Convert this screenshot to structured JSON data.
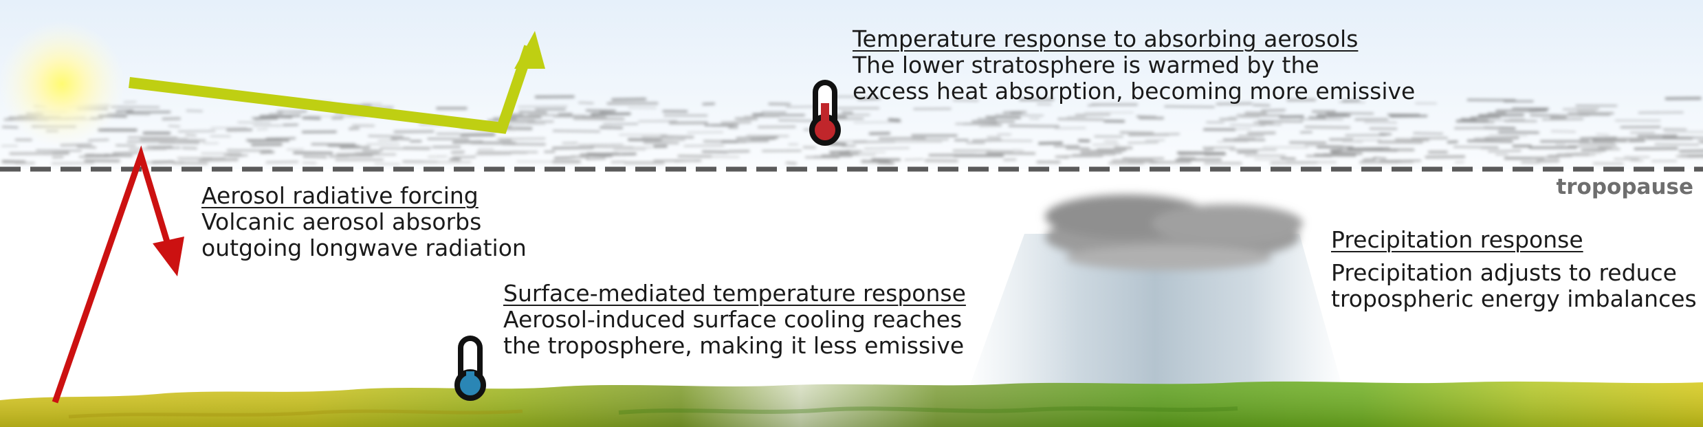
{
  "annotations": {
    "stratosphere_temperature": {
      "heading": "Temperature response to absorbing aerosols",
      "line1": "The lower stratosphere is warmed by the",
      "line2": "excess heat absorption, becoming more emissive"
    },
    "radiative_forcing": {
      "heading": "Aerosol radiative forcing",
      "line1": "Volcanic aerosol absorbs",
      "line2": "outgoing longwave radiation"
    },
    "surface_temperature": {
      "heading": "Surface-mediated temperature response",
      "line1": "Aerosol-induced surface cooling reaches",
      "line2": "the troposphere, making it less emissive"
    },
    "precipitation": {
      "heading": "Precipitation response",
      "line1": "Precipitation adjusts to reduce",
      "line2": "tropospheric energy imbalances"
    }
  },
  "tropopause_label": "tropopause",
  "colors": {
    "shortwave_arrow": "#bfcf12",
    "longwave_arrow": "#cc1111",
    "warm_thermometer": "#c0262b",
    "cool_thermometer": "#2a86b5",
    "tropopause_line": "#5a5a5a",
    "sky_top": "#e9f2fb",
    "ground_yellow": "#d8c417",
    "ground_green": "#5da21e"
  },
  "icons": [
    "sun-icon",
    "warm-thermometer-icon",
    "cool-thermometer-icon",
    "cloud-icon"
  ]
}
